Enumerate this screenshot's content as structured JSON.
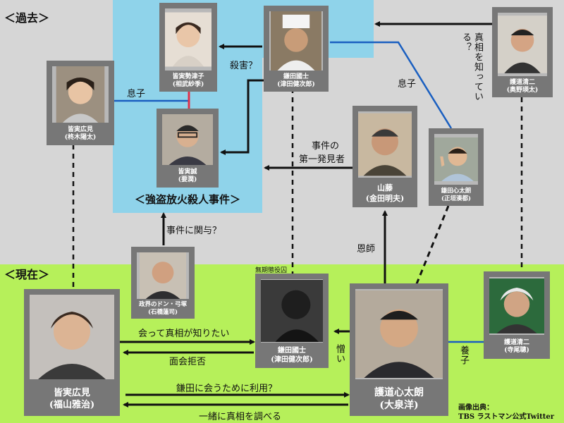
{
  "sections": {
    "past": "＜過去＞",
    "present": "＜現在＞"
  },
  "crime": {
    "title": "＜強盗放火殺人事件＞"
  },
  "people": {
    "setsuko": {
      "name": "皆実勢津子",
      "actor": "(相武紗季)"
    },
    "kunishi_past": {
      "name": "鎌田國士",
      "actor": "(津田健次郎)"
    },
    "seiji_past": {
      "name": "護道清二",
      "actor": "(奥野瑛太)"
    },
    "hiromi_past": {
      "name": "皆実広見",
      "actor": "(柊木陽太)"
    },
    "makoto": {
      "name": "皆実誠",
      "actor": "(要潤)"
    },
    "yamafuji": {
      "name": "山藤",
      "actor": "(金田明夫)"
    },
    "shintaro_past": {
      "name": "鎌田心太朗",
      "actor": "(正垣湊都)"
    },
    "yumizuka": {
      "name": "政界のドン・弓塚",
      "actor": "(石橋蓮司)"
    },
    "kunishi_now": {
      "name": "鎌田國士",
      "actor": "(津田健次郎)",
      "tag": "無期懲役囚"
    },
    "shintaro_now": {
      "name": "護道心太朗",
      "actor": "(大泉洋)"
    },
    "seiji_now": {
      "name": "護道清二",
      "actor": "(寺尾聰)"
    },
    "hiromi_now": {
      "name": "皆実広見",
      "actor": "(福山雅治)"
    }
  },
  "relations": {
    "murder": "殺害？",
    "son1": "息子",
    "son2": "息子",
    "knows_truth": "真相を知っている？",
    "first_finder": [
      "事件の",
      "第一発見者"
    ],
    "involved": "事件に関与？",
    "mentor": "恩師",
    "want_truth": "会って真相が知りたい",
    "refused": "面会拒否",
    "hate": "憎い",
    "adopted": "養子",
    "use": "鎌田に会うために利用？",
    "together": "一緒に真相を調べる"
  },
  "credit": {
    "line1": "画像出典：",
    "line2": "TBS ラストマン公式Twitter"
  },
  "colors": {
    "past_bg": "#d6d6d6",
    "present_bg": "#b6f05a",
    "crime_bg": "#8fd3ea",
    "son_line": "#1a5fc0",
    "marriage_line": "#e0304a"
  }
}
